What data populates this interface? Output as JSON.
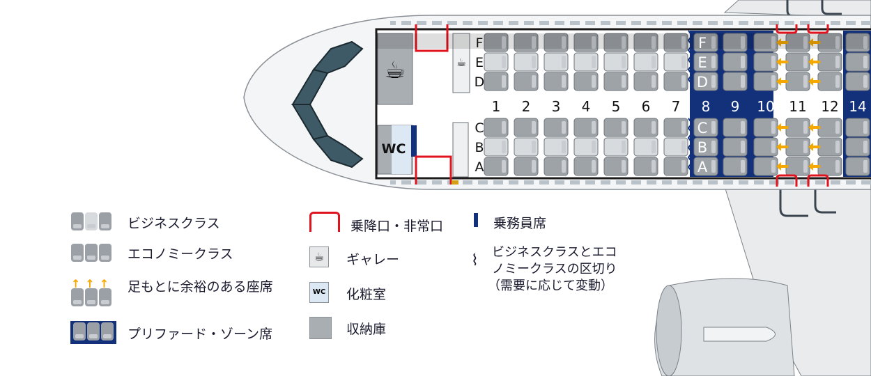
{
  "colors": {
    "seat": "#9ea3a8",
    "seat_light": "#d8dbde",
    "preferred": "#13307a",
    "exit": "#e0141e",
    "legroom": "#f5a800",
    "crew": "#13307a"
  },
  "seat_letters_upper": [
    "F",
    "E",
    "D"
  ],
  "seat_letters_lower": [
    "C",
    "B",
    "A"
  ],
  "rows": [
    {
      "number": "1",
      "class": "business"
    },
    {
      "number": "2",
      "class": "business"
    },
    {
      "number": "3",
      "class": "business"
    },
    {
      "number": "4",
      "class": "business"
    },
    {
      "number": "5",
      "class": "business"
    },
    {
      "number": "6",
      "class": "business"
    },
    {
      "number": "7",
      "class": "business"
    },
    {
      "number": "8",
      "class": "preferred"
    },
    {
      "number": "9",
      "class": "preferred"
    },
    {
      "number": "10",
      "class": "preferred"
    },
    {
      "number": "11",
      "class": "legroom"
    },
    {
      "number": "12",
      "class": "legroom"
    },
    {
      "number": "14",
      "class": "preferred"
    }
  ],
  "wc_label": "WC",
  "legend": {
    "business": "ビジネスクラス",
    "economy": "エコノミークラス",
    "legroom": "足もとに余裕のある座席",
    "preferred": "プリファード・ゾーン席",
    "exit": "乗降口・非常口",
    "galley": "ギャレー",
    "lavatory": "化粧室",
    "lavatory_icon": "WC",
    "storage": "収納庫",
    "crew": "乗務員席",
    "divider_1": "ビジネスクラスとエコ",
    "divider_2": "ノミークラスの区切り",
    "divider_3": "（需要に応じて変動）"
  }
}
